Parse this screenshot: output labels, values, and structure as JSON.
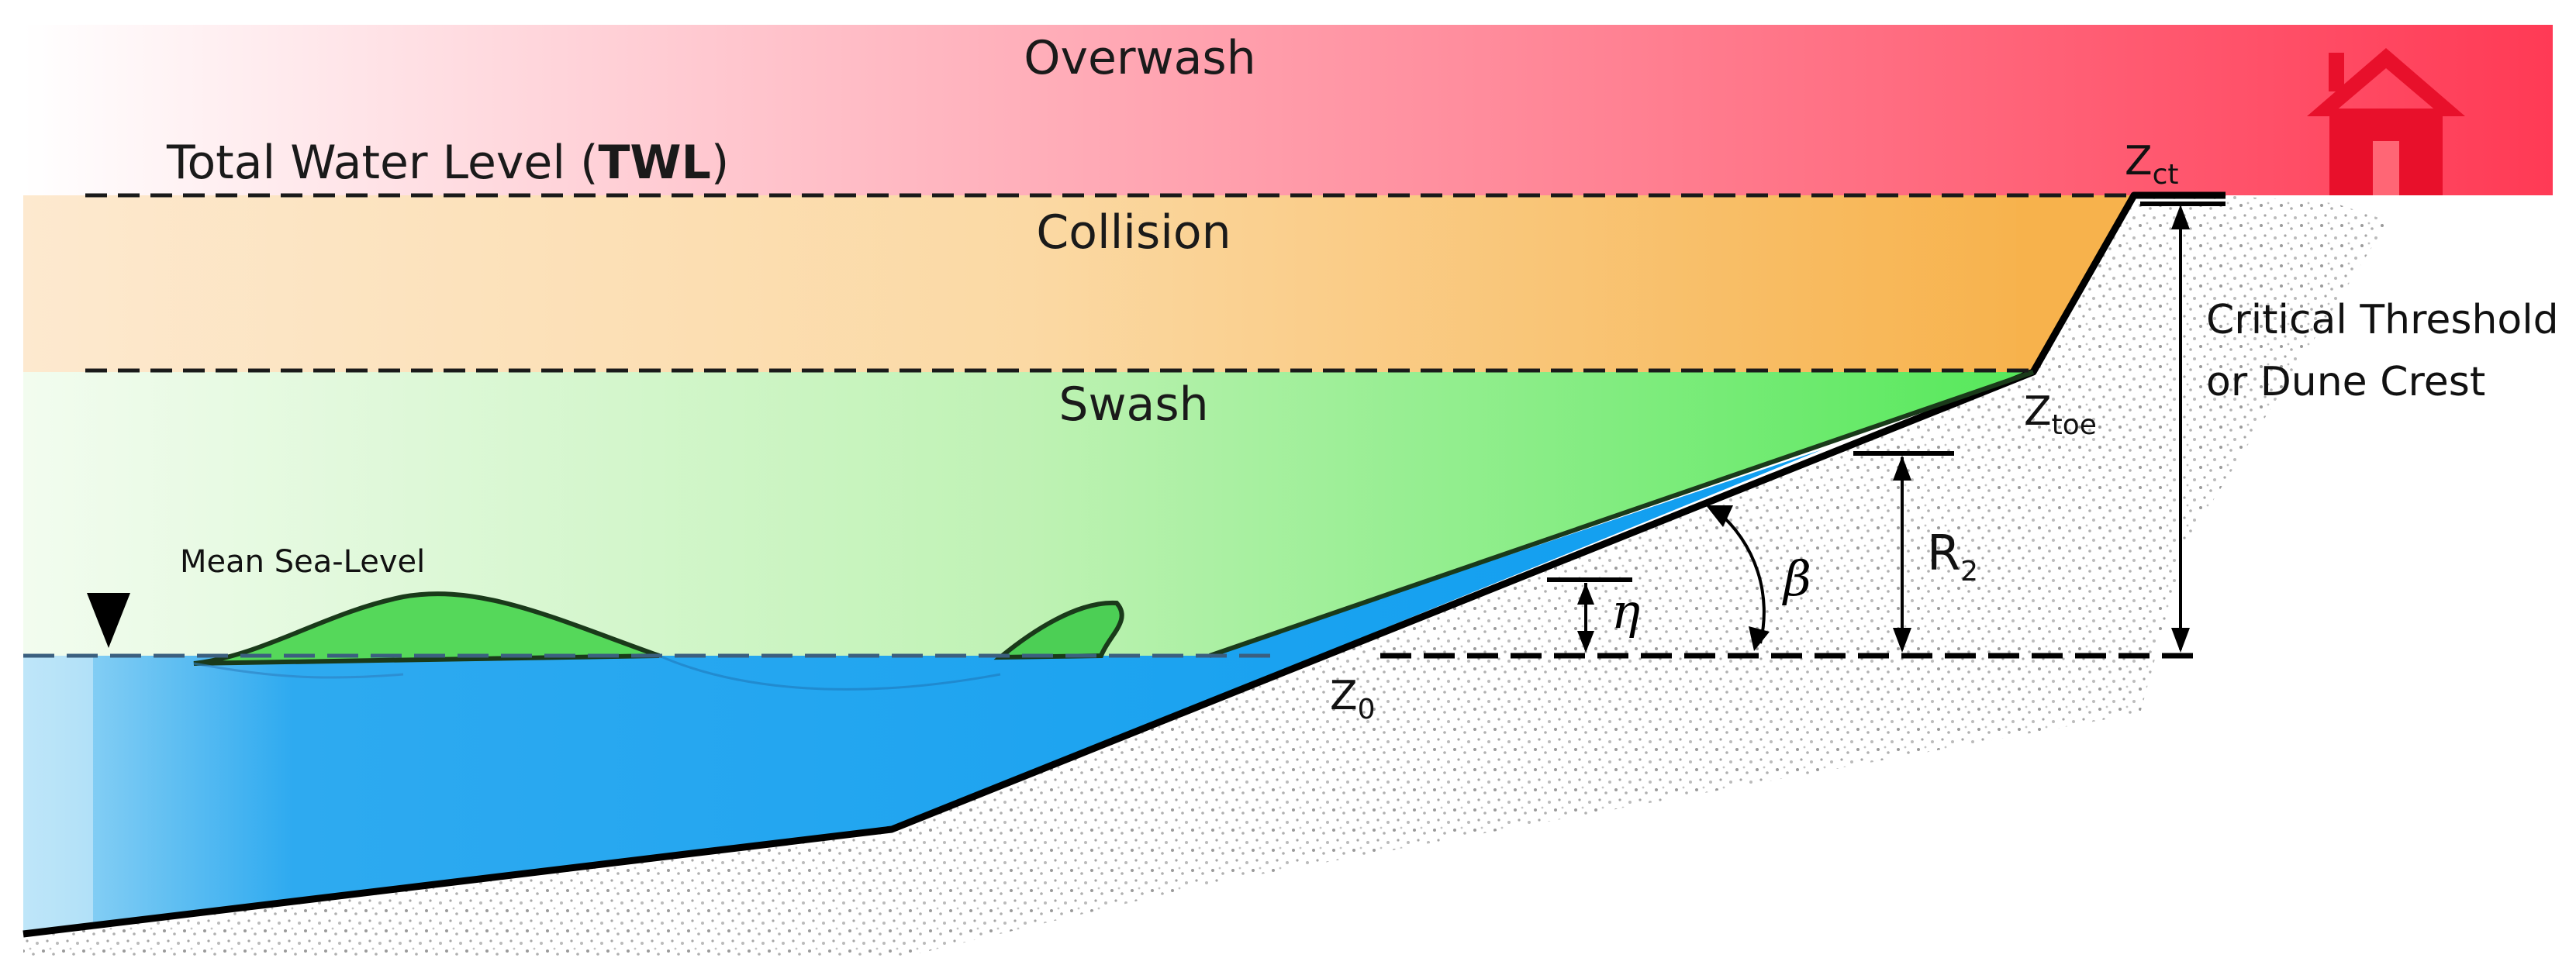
{
  "zones": {
    "overwash": "Overwash",
    "collision": "Collision",
    "swash": "Swash"
  },
  "levels": {
    "twl_prefix": "Total Water Level (",
    "twl_bold": "TWL",
    "twl_suffix": ")",
    "msl": "Mean Sea-Level"
  },
  "points": {
    "z_base": "Z",
    "ct_sub": "ct",
    "toe_sub": "toe",
    "zero_sub": "0"
  },
  "annotations": {
    "critical_line1": "Critical Threshold",
    "critical_line2": "or Dune Crest",
    "r_base": "R",
    "r_sub": "2",
    "eta": "η",
    "beta": "β"
  },
  "colors": {
    "overwash": "#ff3a55",
    "collision": "#f8b450",
    "swash": "#5ce860",
    "water": "#12a0f0",
    "beach_outline": "#000000"
  },
  "icons": {
    "house": "house-icon",
    "msl_marker": "triangle-down-icon"
  }
}
